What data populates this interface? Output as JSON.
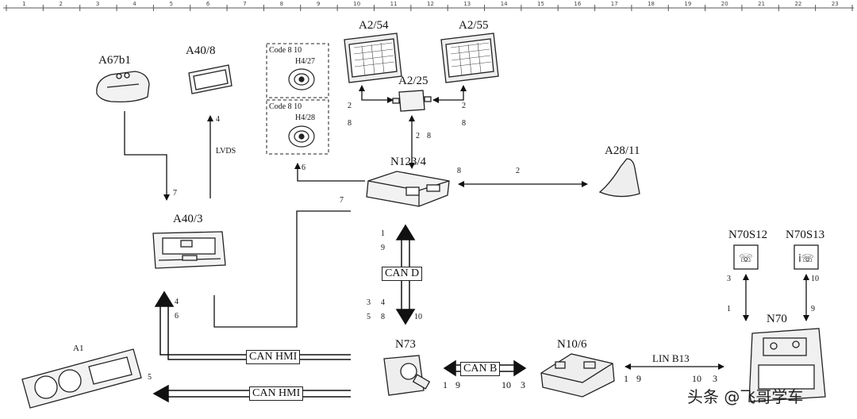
{
  "ruler": [
    "1",
    "2",
    "3",
    "4",
    "5",
    "6",
    "7",
    "8",
    "9",
    "10",
    "11",
    "12",
    "13",
    "14",
    "15",
    "16",
    "17",
    "18",
    "19",
    "20",
    "21",
    "22",
    "23"
  ],
  "components": {
    "a67b1": "A67b1",
    "a40_8": "A40/8",
    "a40_3": "A40/3",
    "a2_54": "A2/54",
    "a2_55": "A2/55",
    "a2_25": "A2/25",
    "n123_4": "N123/4",
    "a28_11": "A28/11",
    "n70s12": "N70S12",
    "n70s13": "N70S13",
    "n70": "N70",
    "a1": "A1",
    "n73": "N73",
    "n10_6": "N10/6"
  },
  "speakers": {
    "top_code": "Code 8 10",
    "top_label": "H4/27",
    "bottom_code": "Code 8 10",
    "bottom_label": "H4/28"
  },
  "buses": {
    "can_d": "CAN D",
    "can_b": "CAN B",
    "can_hmi_1": "CAN HMI",
    "can_hmi_2": "CAN HMI",
    "lin_b13": "LIN B13",
    "lvds": "LVDS"
  },
  "pins": {
    "a40_3_in": "7",
    "a40_8_up": "4",
    "speaker_out": "6",
    "n123_in": "7",
    "a2_25_left_2": "2",
    "a2_25_left_8": "8",
    "a2_25_right_2": "2",
    "a2_25_right_8": "8",
    "a2_25_down_2": "2",
    "a2_25_down_8": "8",
    "ant_8": "8",
    "ant_2": "2",
    "cand_1": "1",
    "cand_9": "9",
    "cand_3": "3",
    "cand_4": "4",
    "cand_5": "5",
    "cand_8": "8",
    "cand_10": "10",
    "hmi_4": "4",
    "hmi_6": "6",
    "hmi_5": "5",
    "n73_1": "1",
    "n73_9": "9",
    "n73_10": "10",
    "n73_3": "3",
    "n10_1": "1",
    "n10_9": "9",
    "lin_10": "10",
    "lin_3": "3",
    "s12_3": "3",
    "s12_1": "1",
    "s13_10": "10",
    "s13_9": "9"
  },
  "watermark": "头条 @飞哥学车"
}
